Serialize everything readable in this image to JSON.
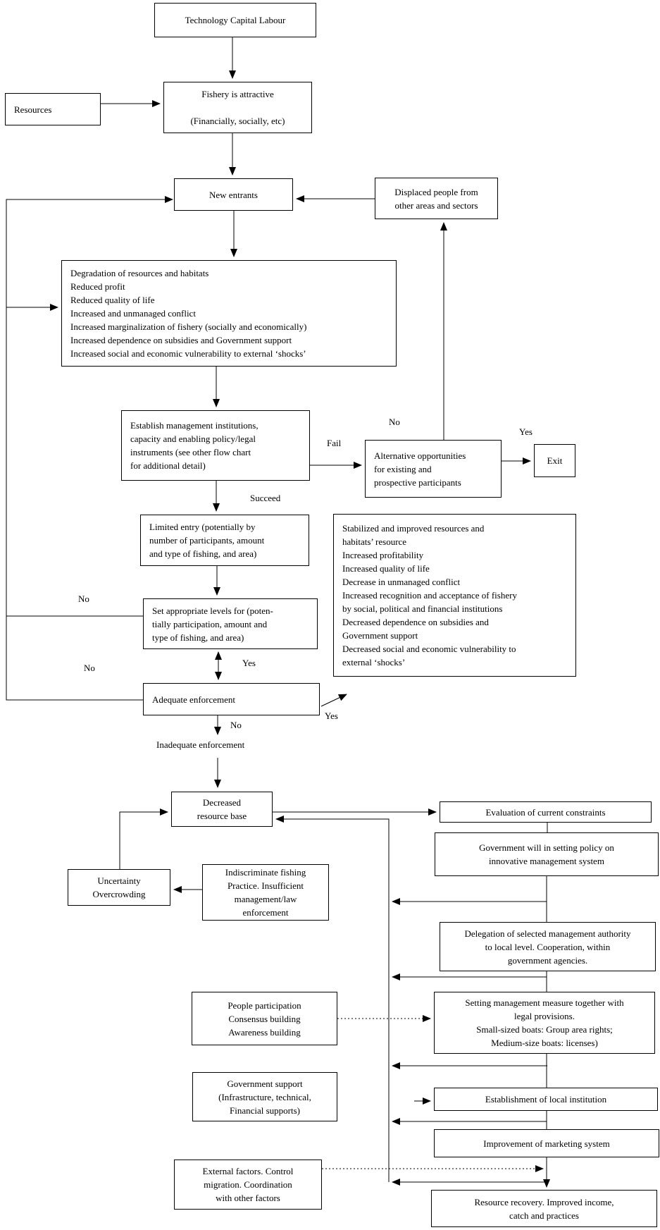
{
  "colors": {
    "background": "#ffffff",
    "line": "#000000",
    "box_border": "#000000",
    "text": "#000000"
  },
  "nodes": {
    "technology": {
      "text": "Technology Capital Labour"
    },
    "resources": {
      "text": "Resources"
    },
    "fishery": {
      "text": "Fishery is attractive\n\n(Financially, socially, etc)"
    },
    "new_entrants": {
      "text": "New entrants"
    },
    "displaced": {
      "text": "Displaced people from\nother areas and sectors"
    },
    "degradation": {
      "text": "Degradation of resources and habitats\nReduced profit\nReduced quality of life\nIncreased and unmanaged conflict\nIncreased marginalization of fishery (socially and economically)\nIncreased dependence on subsidies and Government support\nIncreased social and economic vulnerability to external ‘shocks’"
    },
    "establish": {
      "text": "Establish management institutions,\ncapacity and enabling policy/legal\ninstruments (see other flow chart\nfor additional detail)"
    },
    "alternative": {
      "text": "Alternative opportunities\nfor existing and\nprospective participants"
    },
    "exit": {
      "text": "Exit"
    },
    "limited": {
      "text": "Limited entry (potentially by\nnumber of participants, amount\nand type of fishing, and area)"
    },
    "stabilized": {
      "text": "Stabilized and improved resources and\nhabitats’ resource\nIncreased profitability\nIncreased quality of life\nDecrease in unmanaged conflict\nIncreased recognition and acceptance of fishery\nby social, political and financial institutions\nDecreased dependence on subsidies and\nGovernment support\nDecreased social and economic vulnerability to\nexternal ‘shocks’"
    },
    "set_levels": {
      "text": "Set appropriate levels for (poten-\ntially participation, amount and\ntype of fishing, and area)"
    },
    "adequate": {
      "text": "Adequate enforcement"
    },
    "decreased": {
      "text": "Decreased\nresource base"
    },
    "uncertainty": {
      "text": "Uncertainty\nOvercrowding"
    },
    "indiscriminate": {
      "text": "Indiscriminate fishing\nPractice. Insufficient\nmanagement/law\nenforcement"
    },
    "evaluation": {
      "text": "Evaluation of current constraints"
    },
    "gov_will": {
      "text": "Government will in setting policy on\ninnovative management system"
    },
    "delegation": {
      "text": "Delegation of selected management authority\nto local level.  Cooperation, within\ngovernment agencies."
    },
    "people": {
      "text": "People participation\nConsensus building\nAwareness building"
    },
    "setting": {
      "text": "Setting management measure together with\nlegal provisions.\nSmall-sized boats: Group area  rights;\nMedium-size boats:  licenses)"
    },
    "gov_support": {
      "text": "Government  support\n(Infrastructure, technical,\nFinancial supports)"
    },
    "establishment": {
      "text": "Establishment of local institution"
    },
    "improvement": {
      "text": "Improvement of marketing system"
    },
    "external": {
      "text": "External factors. Control\nmigration. Coordination\nwith other factors"
    },
    "recovery": {
      "text": "Resource recovery. Improved income,\ncatch and practices"
    }
  },
  "labels": {
    "fail": "Fail",
    "no_alternative": "No",
    "yes_exit": "Yes",
    "succeed": "Succeed",
    "no_set": "No",
    "no_adequate": "No",
    "yes_enforce": "Yes",
    "no_down": "No",
    "yes_diagonal": "Yes",
    "inadequate": "Inadequate enforcement"
  }
}
